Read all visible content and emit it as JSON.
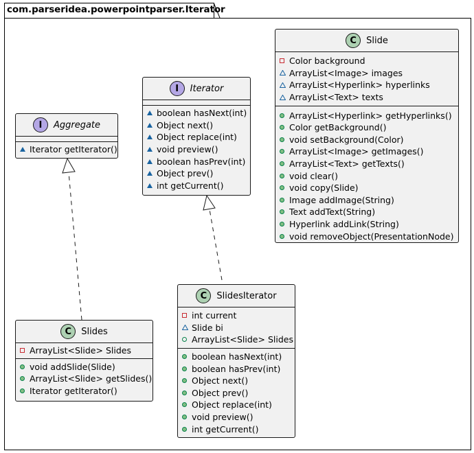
{
  "package": {
    "name": "com.parseridea.powerpointparser.Iterator"
  },
  "classes": {
    "aggregate": {
      "kind": "I",
      "name": "Aggregate",
      "italic": true,
      "attributes": [],
      "operations": [
        {
          "vis": "package",
          "text": "Iterator getIterator()"
        }
      ]
    },
    "iterator": {
      "kind": "I",
      "name": "Iterator",
      "italic": true,
      "attributes": [],
      "operations": [
        {
          "vis": "package",
          "text": "boolean hasNext(int)"
        },
        {
          "vis": "package",
          "text": "Object next()"
        },
        {
          "vis": "package",
          "text": "Object replace(int)"
        },
        {
          "vis": "package",
          "text": "void preview()"
        },
        {
          "vis": "package",
          "text": "boolean hasPrev(int)"
        },
        {
          "vis": "package",
          "text": "Object prev()"
        },
        {
          "vis": "package",
          "text": "int getCurrent()"
        }
      ]
    },
    "slide": {
      "kind": "C",
      "name": "Slide",
      "italic": false,
      "attributes": [
        {
          "vis": "private",
          "text": "Color background"
        },
        {
          "vis": "package",
          "text": "ArrayList<Image> images"
        },
        {
          "vis": "package",
          "text": "ArrayList<Hyperlink> hyperlinks"
        },
        {
          "vis": "package",
          "text": "ArrayList<Text> texts"
        }
      ],
      "operations": [
        {
          "vis": "public",
          "text": "ArrayList<Hyperlink> getHyperlinks()"
        },
        {
          "vis": "public",
          "text": "Color getBackground()"
        },
        {
          "vis": "public",
          "text": "void setBackground(Color)"
        },
        {
          "vis": "public",
          "text": "ArrayList<Image> getImages()"
        },
        {
          "vis": "public",
          "text": "ArrayList<Text> getTexts()"
        },
        {
          "vis": "public",
          "text": "void clear()"
        },
        {
          "vis": "public",
          "text": "void copy(Slide)"
        },
        {
          "vis": "public",
          "text": "Image addImage(String)"
        },
        {
          "vis": "public",
          "text": "Text addText(String)"
        },
        {
          "vis": "public",
          "text": "Hyperlink addLink(String)"
        },
        {
          "vis": "public",
          "text": "void removeObject(PresentationNode)"
        }
      ]
    },
    "slides": {
      "kind": "C",
      "name": "Slides",
      "italic": false,
      "attributes": [
        {
          "vis": "private",
          "text": "ArrayList<Slide> Slides"
        }
      ],
      "operations": [
        {
          "vis": "public",
          "text": "void addSlide(Slide)"
        },
        {
          "vis": "public",
          "text": "ArrayList<Slide> getSlides()"
        },
        {
          "vis": "public",
          "text": "Iterator getIterator()"
        }
      ]
    },
    "slidesIterator": {
      "kind": "C",
      "name": "SlidesIterator",
      "italic": false,
      "attributes": [
        {
          "vis": "private",
          "text": "int current"
        },
        {
          "vis": "package",
          "text": "Slide bi"
        },
        {
          "vis": "public",
          "text": "ArrayList<Slide> Slides"
        }
      ],
      "operations": [
        {
          "vis": "public",
          "text": "boolean hasNext(int)"
        },
        {
          "vis": "public",
          "text": "boolean hasPrev(int)"
        },
        {
          "vis": "public",
          "text": "Object next()"
        },
        {
          "vis": "public",
          "text": "Object prev()"
        },
        {
          "vis": "public",
          "text": "Object replace(int)"
        },
        {
          "vis": "public",
          "text": "void preview()"
        },
        {
          "vis": "public",
          "text": "int getCurrent()"
        }
      ]
    }
  },
  "relations": [
    {
      "type": "realization",
      "from": "Slides",
      "to": "Aggregate"
    },
    {
      "type": "realization",
      "from": "SlidesIterator",
      "to": "Iterator"
    }
  ],
  "colors": {
    "class_badge": "#add1b2",
    "interface_badge": "#b4a7e5",
    "box_fill": "#f1f1f1",
    "private": "#c82930",
    "public": "#038048",
    "package": "#1963a0"
  }
}
